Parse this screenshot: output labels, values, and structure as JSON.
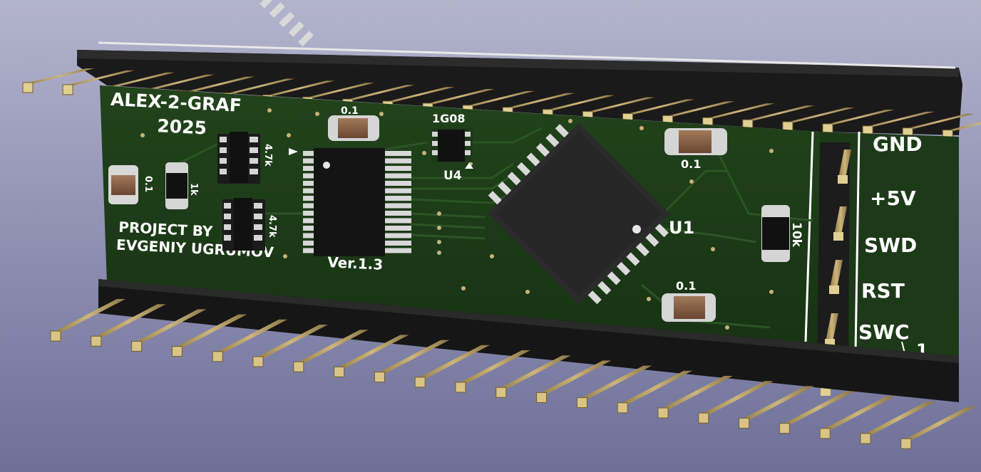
{
  "board": {
    "title_line1": "ALEX-2-GRAF",
    "title_line2": "2025",
    "credit_line1": "PROJECT BY",
    "credit_line2": "EVGENIY UGRUMOV",
    "version": "Ver.1.3"
  },
  "components": {
    "c_left_value": "0.1",
    "r_left_value": "1k",
    "rn_top_value": "4.7k",
    "rn_bottom_value": "4.7k",
    "c_top_value": "0.1",
    "u4_part": "1G08",
    "u4_ref": "U4",
    "u1_ref": "U1",
    "c_right_top_value": "0.1",
    "c_right_bottom_value": "0.1",
    "r_right_value": "10k"
  },
  "header": {
    "pins": [
      "GND",
      "+5V",
      "SWD",
      "RST",
      "SWC"
    ],
    "pin1_marker": "1"
  },
  "colors": {
    "background": "#9a9bbb",
    "pcb": "#1d3a18",
    "silkscreen": "#ffffff",
    "header_plastic": "#1c1c1c",
    "pin": "#b8a06a"
  }
}
